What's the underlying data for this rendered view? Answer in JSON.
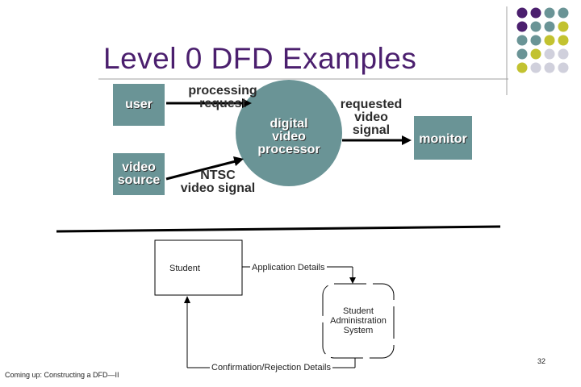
{
  "slide": {
    "title": "Level 0 DFD Examples",
    "page_number": "32",
    "footer": "Coming up: Constructing a DFD—II"
  },
  "dfd1": {
    "entity_user": "user",
    "entity_video_source_line1": "video",
    "entity_video_source_line2": "source",
    "process_line1": "digital",
    "process_line2": "video",
    "process_line3": "processor",
    "entity_monitor": "monitor",
    "flow_processing_line1": "processing",
    "flow_processing_line2": "request",
    "flow_ntsc_line1": "NTSC",
    "flow_ntsc_line2": "video signal",
    "flow_requested_line1": "requested",
    "flow_requested_line2": "video",
    "flow_requested_line3": "signal"
  },
  "dfd2": {
    "entity_student": "Student",
    "flow_application": "Application Details",
    "process_line1": "Student",
    "process_line2": "Administration",
    "process_line3": "System",
    "flow_confirmation": "Confirmation/Rejection Details"
  },
  "colors": {
    "purple": "#4b1f6e",
    "teal": "#6a9496",
    "olive": "#c2c230",
    "lavender": "#d0d0dc"
  }
}
